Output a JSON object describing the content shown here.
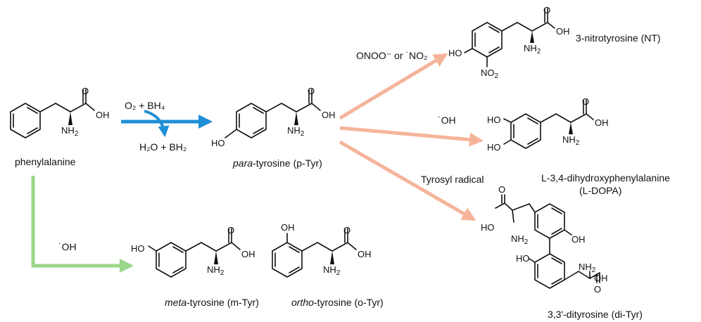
{
  "colors": {
    "blue_arrow": "#1f8fd6",
    "salmon_arrow": "#f5b49a",
    "green_arrow": "#9bd68a",
    "ink": "#111111"
  },
  "atoms": {
    "oh": "OH",
    "ho": "HO",
    "nh2_main": "NH",
    "nh2_sub": "2",
    "o": "O",
    "no2_main": "NO",
    "no2_sub": "2"
  },
  "compounds": {
    "phenylalanine": "phenylalanine",
    "ptyr_italic": "para",
    "ptyr_rest": "-tyrosine (p-Tyr)",
    "mtyr_italic": "meta",
    "mtyr_rest": "-tyrosine (m-Tyr)",
    "otyr_italic": "ortho",
    "otyr_rest": "-tyrosine (o-Tyr)",
    "nt": "3-nitrotyrosine (NT)",
    "ldopa_line1": "L-3,4-dihydroxyphenylalanine",
    "ldopa_line2": "(L-DOPA)",
    "dityr": "3,3'-dityrosine (di-Tyr)"
  },
  "conditions": {
    "o2_bh4": "O₂ + BH₄",
    "h2o_bh2": "H₂O + BH₂",
    "onoo_no2": "ONOO⁻ or ˙NO₂",
    "oh_radical": "˙OH",
    "tyrosyl": "Tyrosyl radical"
  }
}
